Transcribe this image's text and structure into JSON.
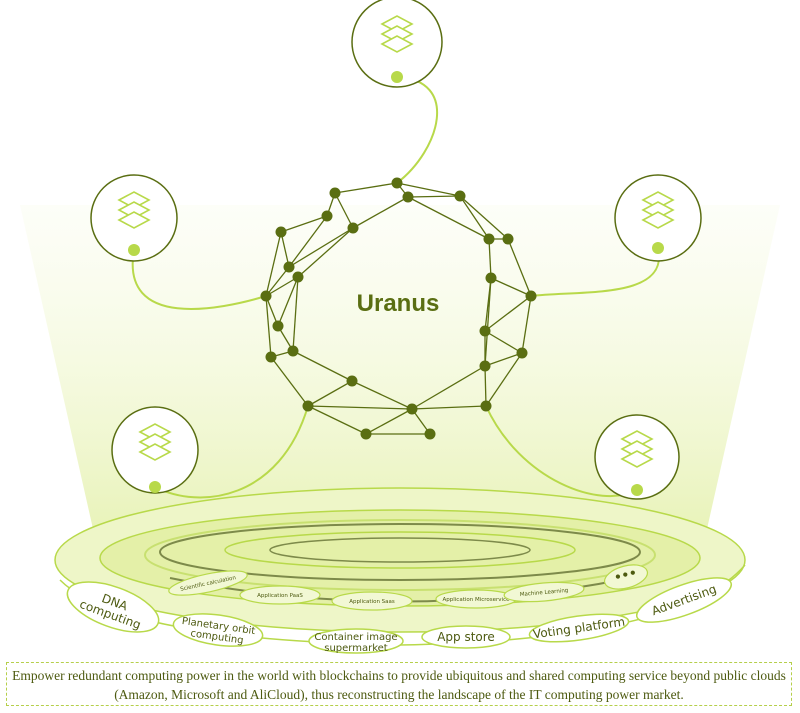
{
  "title": "Uranus",
  "inner_ring_labels": [
    "Scientific calculation",
    "Application PaaS",
    "Application Saas",
    "Application Microservice",
    "Machine Learning",
    "•••"
  ],
  "outer_ring_labels": [
    "DNA computing",
    "Planetary orbit computing",
    "Container image supermarket",
    "App store",
    "Voting platform",
    "Advertising"
  ],
  "caption": "Empower redundant computing power in the world with blockchains to provide ubiquitous and shared computing service beyond public clouds (Amazon, Microsoft and AliCloud), thus reconstructing the landscape of the IT computing power market.",
  "colors": {
    "node": "#5a6e12",
    "accent": "#b8d94a",
    "text": "#5a6e12"
  }
}
